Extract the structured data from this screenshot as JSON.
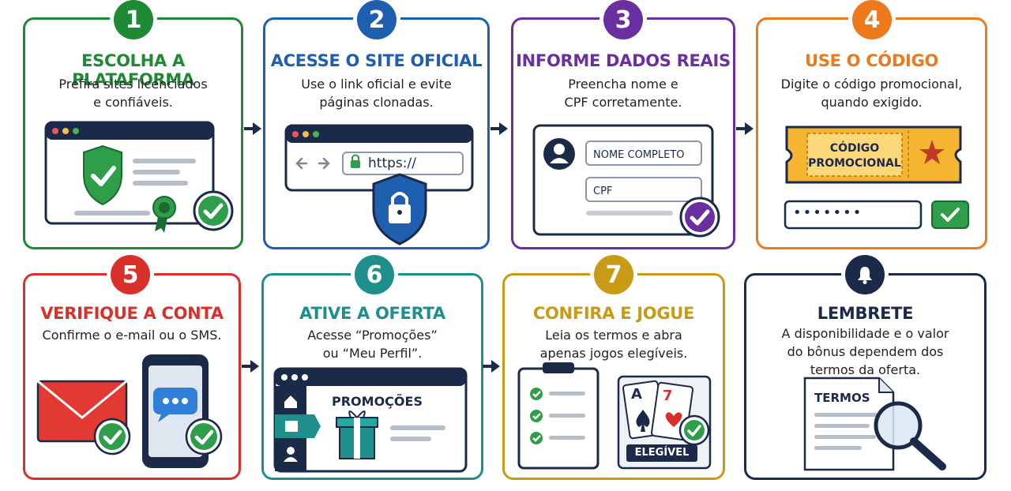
{
  "steps": [
    {
      "number": "1",
      "title": "ESCOLHA A PLATAFORMA",
      "desc": "Prefira sites licenciados\ne confiáveis.",
      "color": "#1f8a35"
    },
    {
      "number": "2",
      "title": "ACESSE O SITE OFICIAL",
      "desc": "Use o link oficial e evite\npáginas clonadas.",
      "color": "#1f5fb0",
      "url": "https://"
    },
    {
      "number": "3",
      "title": "INFORME DADOS REAIS",
      "desc": "Preencha nome e\nCPF corretamente.",
      "color": "#6a2fa0",
      "field_name": "NOME COMPLETO",
      "field_cpf": "CPF"
    },
    {
      "number": "4",
      "title": "USE O CÓDIGO",
      "desc": "Digite o código promocional,\nquando exigido.",
      "color": "#ec7a1c",
      "coupon": "CÓDIGO\nPROMOCIONAL",
      "code": "•••••••"
    },
    {
      "number": "5",
      "title": "VERIFIQUE A CONTA",
      "desc": "Confirme o e-mail ou o SMS.",
      "color": "#d9302c"
    },
    {
      "number": "6",
      "title": "ATIVE A OFERTA",
      "desc": "Acesse “Promoções”\nou “Meu Perfil”.",
      "color": "#1e8f8a",
      "panel_title": "PROMOÇÕES"
    },
    {
      "number": "7",
      "title": "CONFIRA E JOGUE",
      "desc": "Leia os termos e abra\napenas jogos elegíveis.",
      "color": "#c99a16",
      "card_a": "A",
      "card_b": "7",
      "eligible": "ELEGÍVEL"
    },
    {
      "title": "LEMBRETE",
      "desc": "A disponibilidade e o valor\ndo bônus dependem dos\ntermos da oferta.",
      "color": "#1c2a4a",
      "doc_title": "TERMOS",
      "icon": "bell-icon"
    }
  ]
}
